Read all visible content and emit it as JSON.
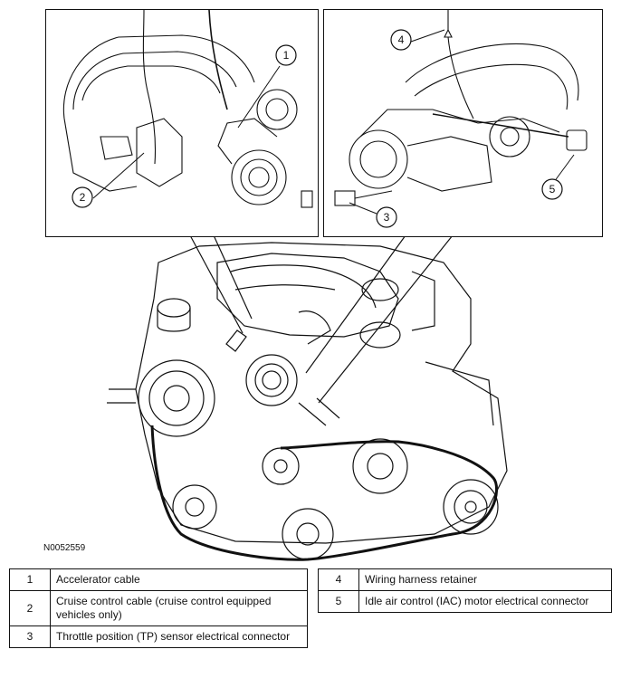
{
  "figure_id": "N0052559",
  "callouts": [
    "1",
    "2",
    "3",
    "4",
    "5"
  ],
  "legend": {
    "left": [
      {
        "num": "1",
        "text": "Accelerator cable"
      },
      {
        "num": "2",
        "text": "Cruise control cable (cruise control equipped vehicles only)"
      },
      {
        "num": "3",
        "text": "Throttle position (TP) sensor electrical connector"
      }
    ],
    "right": [
      {
        "num": "4",
        "text": "Wiring harness retainer"
      },
      {
        "num": "5",
        "text": "Idle air control (IAC) motor electrical connector"
      }
    ]
  }
}
